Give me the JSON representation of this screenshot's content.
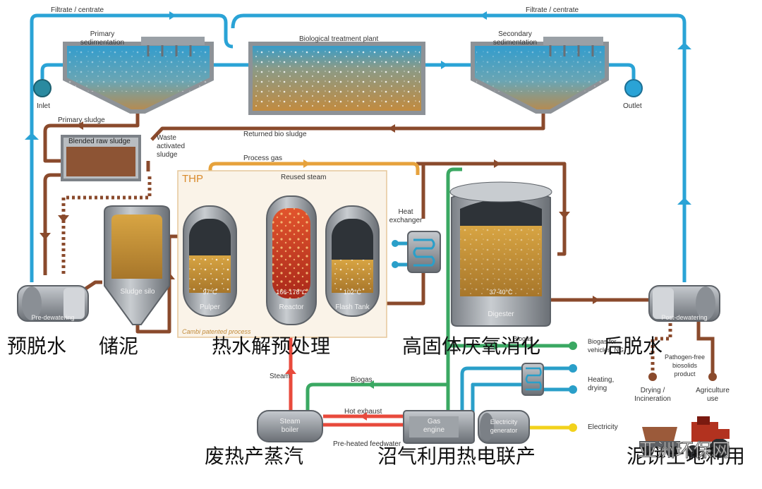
{
  "labels": {
    "filtrate_left": "Filtrate / centrate",
    "filtrate_right": "Filtrate / centrate",
    "primary_sed": "Primary\nsedimentation",
    "bio_plant": "Biological treatment plant",
    "secondary_sed": "Secondary\nsedimentation",
    "inlet": "Inlet",
    "outlet": "Outlet",
    "primary_sludge": "Primary  sludge",
    "blended": "Blended raw sludge",
    "returned": "Returned bio sludge",
    "was": "Waste\nactivated\nsludge",
    "process_gas": "Process gas",
    "reused_steam": "Reused steam",
    "thp": "THP",
    "heat_exchanger": "Heat\nexchanger",
    "pre_dewatering": "Pre-dewatering",
    "sludge_silo": "Sludge silo",
    "pulper": "Pulper",
    "pulper_temp": "97°C",
    "reactor": "Reactor",
    "reactor_temp": "166-178°C",
    "flash_tank": "Flash Tank",
    "flash_temp": "102°C",
    "cambi": "Cambi patented process",
    "digester": "Digester",
    "digester_temp": "37-40°C",
    "post_dewatering": "Post-dewatering",
    "biogas_vehicle": "Biogas for\nvehicles, NG",
    "biogas_small": "Biogas",
    "pathogen_free": "Pathogen-free\nbiosolids\nproduct",
    "drying_incineration": "Drying /\nIncineration",
    "agriculture": "Agriculture\nuse",
    "steam": "Steam",
    "biogas": "Biogas",
    "heating": "Heating,\ndrying",
    "hot_exhaust": "Hot exhaust",
    "preheated": "Pre-heated feedwater",
    "steam_boiler": "Steam\nboiler",
    "gas_engine": "Gas\nengine",
    "electricity_gen": "Electricity\ngenerator",
    "electricity": "Electricity"
  },
  "captions": {
    "pre_dewater": "预脱水",
    "storage": "储泥",
    "thermal_hydrolysis": "热水解预处理",
    "digestion": "高固体厌氧消化",
    "post_dewater": "后脱水",
    "waste_heat": "废热产蒸汽",
    "chp": "沼气利用热电联产",
    "land_use": "泥饼土地利用"
  },
  "watermark": "亚洲环保网",
  "colors": {
    "filtrate": "#2aa3d6",
    "sludge": "#8a4a2c",
    "process_gas": "#e6a23c",
    "steam": "#e84a3c",
    "biogas": "#3aa862",
    "electricity": "#f2d21c",
    "heat": "#2a9fc9"
  }
}
